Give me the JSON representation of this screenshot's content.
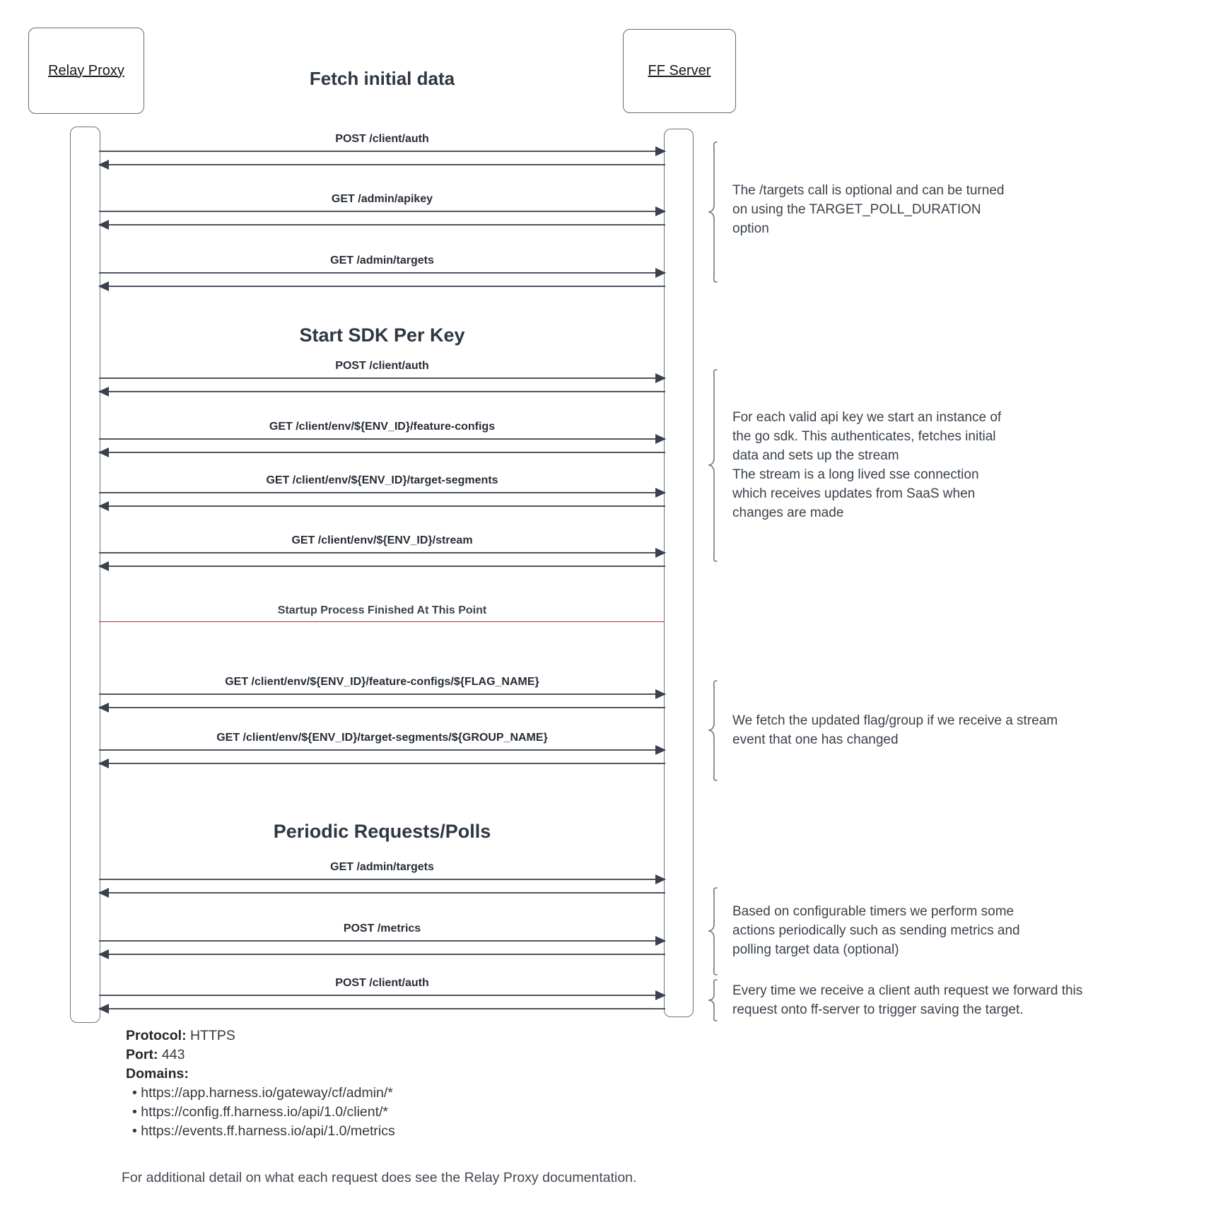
{
  "diagram": {
    "actors": {
      "left_label": "Relay Proxy",
      "right_label": "FF Server"
    },
    "section_titles": {
      "initial": "Fetch initial data",
      "sdk": "Start SDK Per Key",
      "periodic": "Periodic Requests/Polls"
    },
    "divider_label": "Startup Process Finished At This Point",
    "messages": [
      {
        "label": "POST /client/auth"
      },
      {
        "label": "GET /admin/apikey"
      },
      {
        "label": "GET /admin/targets"
      },
      {
        "label": "POST /client/auth"
      },
      {
        "label": "GET /client/env/${ENV_ID}/feature-configs"
      },
      {
        "label": "GET /client/env/${ENV_ID}/target-segments"
      },
      {
        "label": "GET /client/env/${ENV_ID}/stream"
      },
      {
        "label": "GET /client/env/${ENV_ID}/feature-configs/${FLAG_NAME}"
      },
      {
        "label": "GET /client/env/${ENV_ID}/target-segments/${GROUP_NAME}"
      },
      {
        "label": "GET /admin/targets"
      },
      {
        "label": "POST /metrics"
      },
      {
        "label": "POST /client/auth"
      }
    ],
    "annotations": [
      {
        "text": "The /targets call is optional and can be turned\non using the TARGET_POLL_DURATION\noption"
      },
      {
        "text": "For each valid api key we start an instance of\nthe go sdk. This authenticates, fetches initial\ndata and sets up the stream\nThe stream is a long lived sse connection\nwhich receives updates from SaaS when\nchanges are made"
      },
      {
        "text": "We fetch the updated flag/group if we receive a stream\nevent that one has changed"
      },
      {
        "text": "Based on configurable timers we perform some\nactions periodically such as sending metrics and\npolling target data (optional)"
      },
      {
        "text": "Every time we receive a client auth request we forward this\nrequest onto ff-server to trigger saving the target."
      }
    ],
    "colors": {
      "line": "#4e5560",
      "arrowhead": "#3a414e",
      "divider_red": "#a83232",
      "border_gray": "#636a75",
      "text_dark": "#2e3742"
    }
  },
  "footer": {
    "protocol_label": "Protocol:",
    "protocol_value": "HTTPS",
    "port_label": "Port:",
    "port_value": "443",
    "domains_label": "Domains:",
    "domains": [
      "https://app.harness.io/gateway/cf/admin/*",
      "https://config.ff.harness.io/api/1.0/client/*",
      "https://events.ff.harness.io/api/1.0/metrics"
    ],
    "note": "For additional detail on what each request does see the Relay Proxy documentation."
  }
}
